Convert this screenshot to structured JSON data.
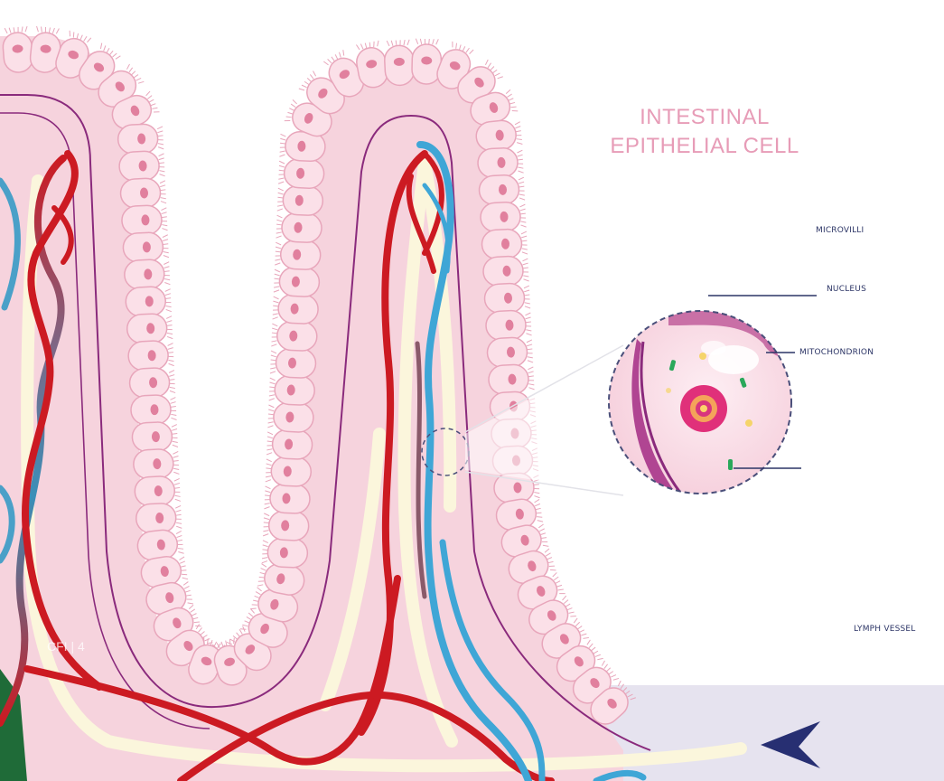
{
  "title": {
    "line1": "INTESTINAL",
    "line2": "EPITHELIAL CELL"
  },
  "labels": {
    "microvilli": "MICROVILLI",
    "nucleus": "NUCLEUS",
    "mitochondrion": "MITOCHONDRION",
    "lymph_vessel": "LYMPH VESSEL"
  },
  "watermark": "CFI | 4",
  "colors": {
    "villus_tissue": "#f6d3dd",
    "epithelial_cell": "#fbe0e8",
    "cell_outline": "#e8a6bb",
    "cell_nucleus": "#e1809e",
    "membrane_line": "#8a2a7c",
    "artery": "#cc1a22",
    "vein": "#3fa6d6",
    "lacteal": "#fbf6dc",
    "lymph_band": "#e6e3ef",
    "arrow": "#272f72",
    "title_text": "#e79cb7",
    "label_text": "#2c3566"
  }
}
